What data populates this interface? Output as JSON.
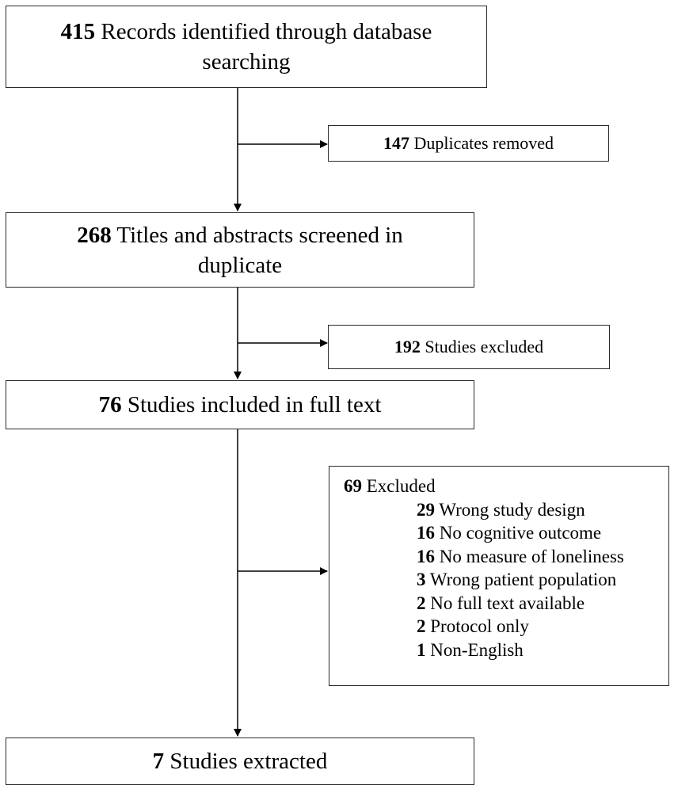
{
  "flow": {
    "identified": {
      "count": "415",
      "text": " Records identified through database",
      "text2": "searching"
    },
    "duplicates": {
      "count": "147",
      "text": " Duplicates removed"
    },
    "screened": {
      "count": "268",
      "text": " Titles and abstracts screened in",
      "text2": "duplicate"
    },
    "excluded_screen": {
      "count": "192",
      "text": " Studies excluded"
    },
    "fulltext": {
      "count": "76",
      "text": " Studies included in full text"
    },
    "excluded_full": {
      "count": "69",
      "text": " Excluded",
      "reasons": [
        {
          "count": "29",
          "text": " Wrong study design"
        },
        {
          "count": "16",
          "text": " No cognitive outcome"
        },
        {
          "count": "16",
          "text": " No measure of loneliness"
        },
        {
          "count": "3",
          "text": " Wrong patient population"
        },
        {
          "count": "2",
          "text": " No full text available"
        },
        {
          "count": "2",
          "text": " Protocol only"
        },
        {
          "count": "1",
          "text": " Non-English"
        }
      ]
    },
    "extracted": {
      "count": "7",
      "text": " Studies extracted"
    }
  }
}
